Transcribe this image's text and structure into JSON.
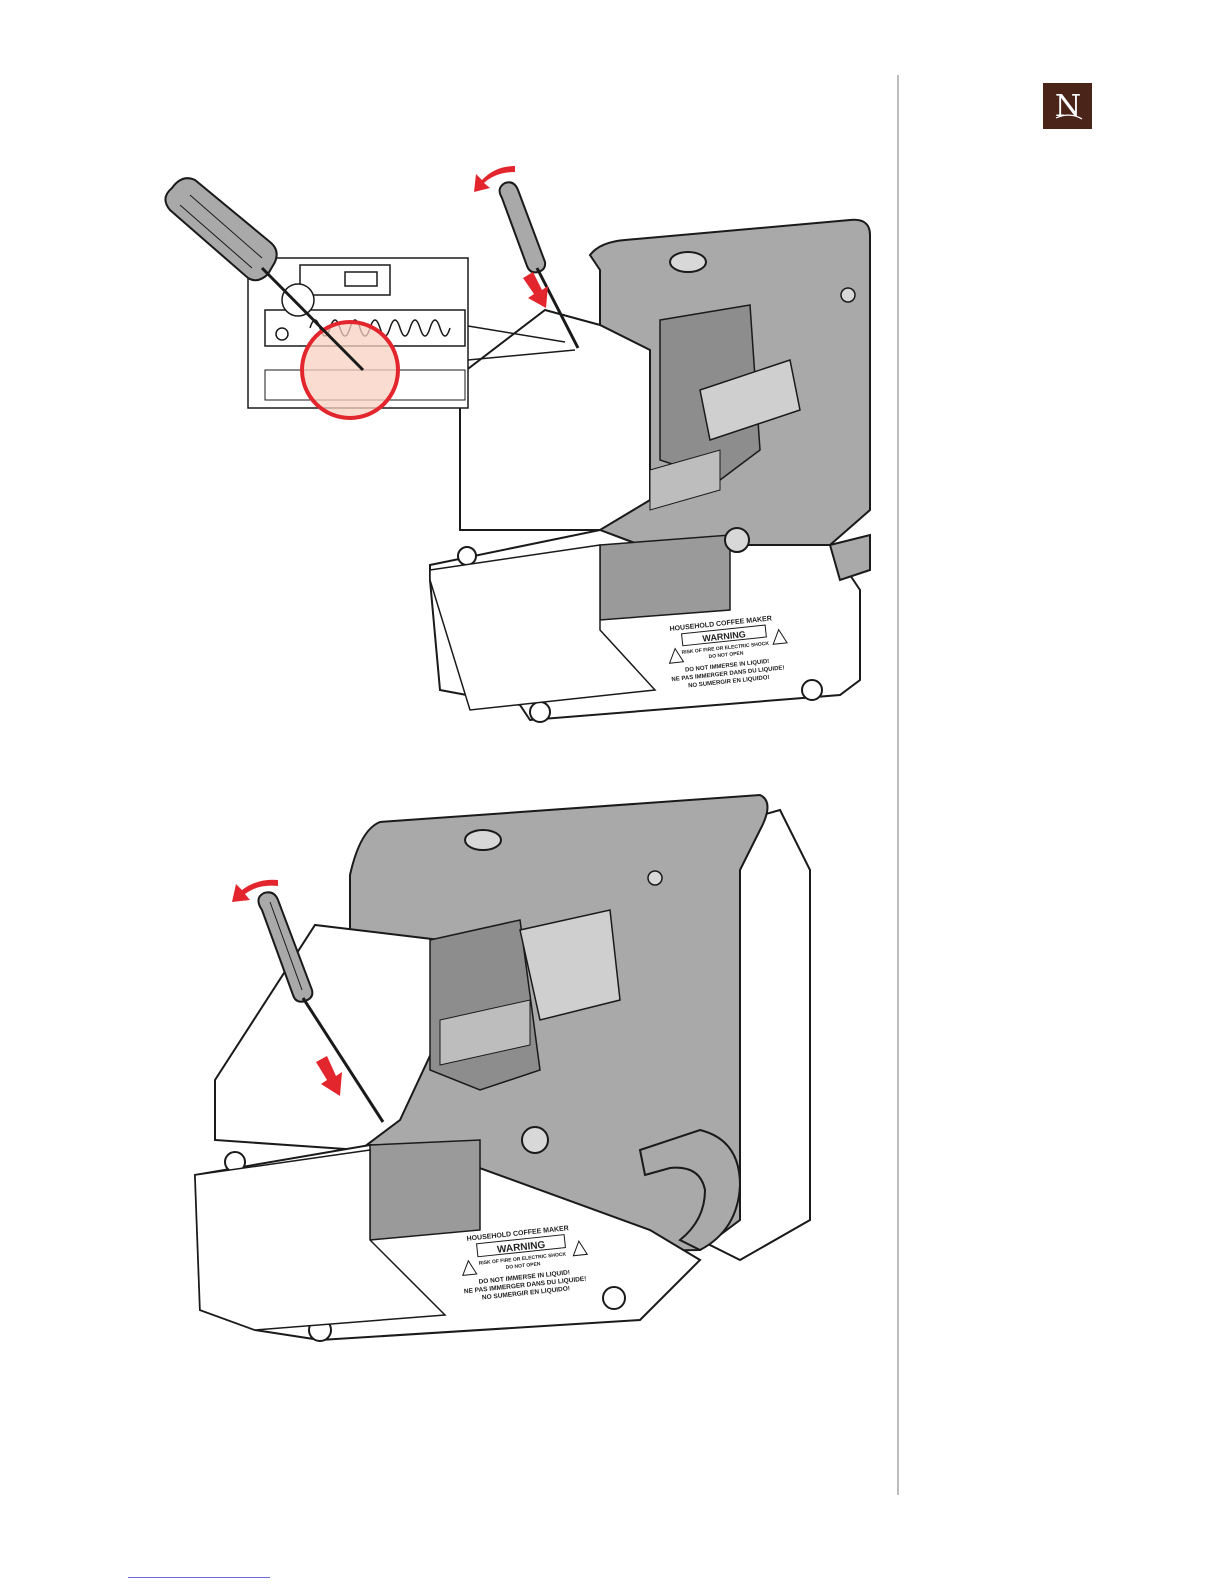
{
  "brand": {
    "logo_letter": "N",
    "logo_color": "#4a2418"
  },
  "colors": {
    "machine_gray": "#a9a9a9",
    "arrow_red": "#e3262d",
    "magnifier_fill": "#f8d2c0",
    "line": "#1a1a1a"
  },
  "figure_1": {
    "label_title": "HOUSEHOLD COFFEE MAKER",
    "label_warning": "WARNING",
    "label_risk_1": "RISK OF FIRE OR ELECTRIC SHOCK",
    "label_risk_2": "DO NOT OPEN",
    "label_immerse_en": "DO NOT IMMERSE IN LIQUID!",
    "label_immerse_fr": "NE PAS IMMERGER DANS DU LIQUIDE!",
    "label_immerse_es": "NO SUMERGIR EN LIQUIDO!"
  },
  "figure_2": {
    "label_title": "HOUSEHOLD COFFEE MAKER",
    "label_warning": "WARNING",
    "label_risk_1": "RISK OF FIRE OR ELECTRIC SHOCK",
    "label_risk_2": "DO NOT OPEN",
    "label_immerse_en": "DO NOT IMMERSE IN LIQUID!",
    "label_immerse_fr": "NE PAS IMMERGER DANS DU LIQUIDE!",
    "label_immerse_es": "NO SUMERGIR EN LIQUIDO!"
  }
}
